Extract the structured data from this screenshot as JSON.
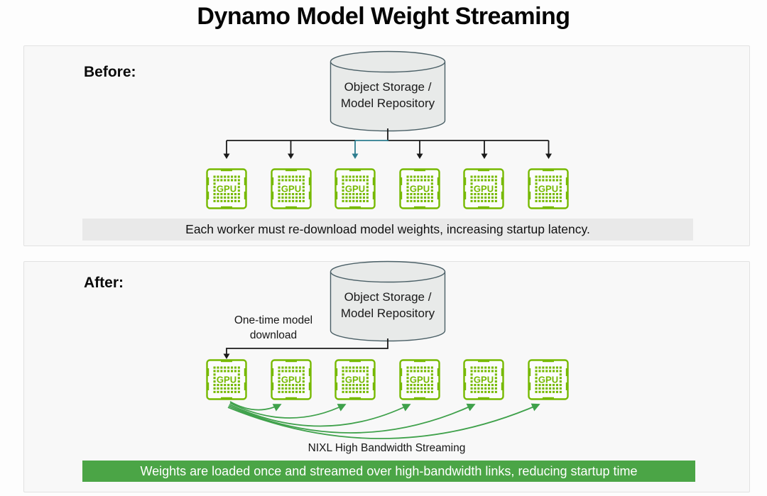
{
  "title": "Dynamo Model Weight Streaming",
  "colors": {
    "nvidia_green": "#76b900",
    "stream_green": "#3fa14b",
    "bar_green": "#4ba546",
    "arrow_teal": "#2d7d8f",
    "panel_bg": "#f8f8f8",
    "caption_bg": "#e9e9e9",
    "cylinder_fill": "#e8eae9",
    "cylinder_stroke": "#4a5f66"
  },
  "before": {
    "label": "Before:",
    "storage_line1": "Object Storage /",
    "storage_line2": "Model Repository",
    "gpus": [
      "GPU",
      "GPU",
      "GPU",
      "GPU",
      "GPU",
      "GPU"
    ],
    "caption": "Each worker must re-download model weights, increasing startup latency."
  },
  "after": {
    "label": "After:",
    "storage_line1": "Object Storage /",
    "storage_line2": "Model Repository",
    "download_line1": "One-time model",
    "download_line2": "download",
    "gpus": [
      "GPU",
      "GPU",
      "GPU",
      "GPU",
      "GPU",
      "GPU"
    ],
    "stream_label": "NIXL High Bandwidth Streaming",
    "caption": "Weights are loaded once and streamed over high-bandwidth links, reducing startup time"
  }
}
